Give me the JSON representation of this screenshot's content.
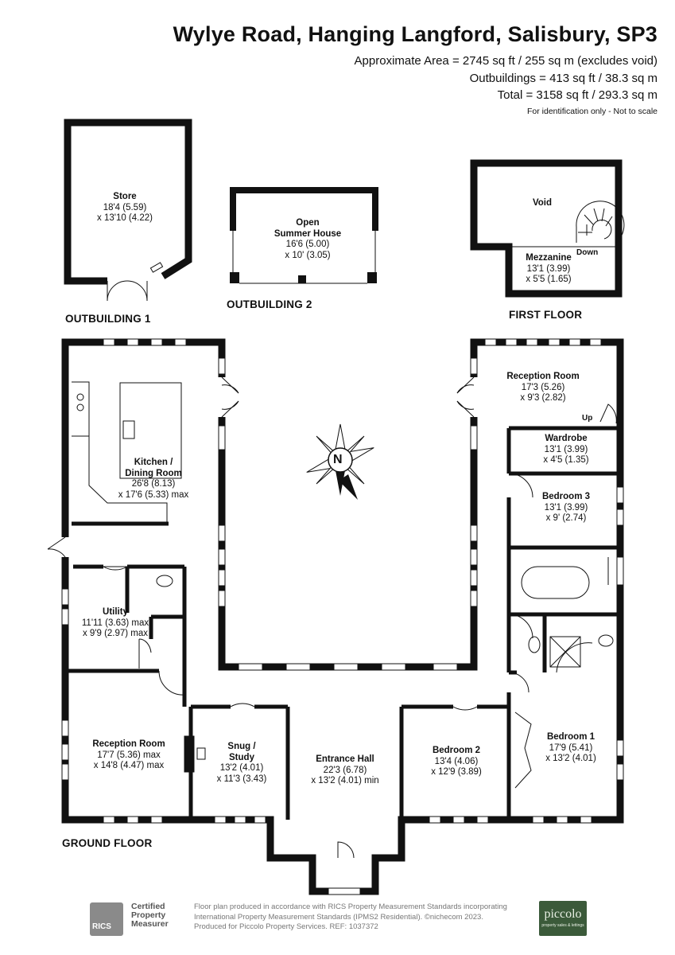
{
  "header": {
    "title": "Wylye Road, Hanging Langford, Salisbury, SP3",
    "area_main": "Approximate Area = 2745 sq ft / 255 sq m (excludes void)",
    "area_outbuildings": "Outbuildings = 413 sq ft / 38.3 sq m",
    "area_total": "Total = 3158 sq ft / 293.3 sq m",
    "disclaimer": "For identification only - Not to scale"
  },
  "sections": {
    "outbuilding1": "OUTBUILDING 1",
    "outbuilding2": "OUTBUILDING 2",
    "first_floor": "FIRST FLOOR",
    "ground_floor": "GROUND FLOOR"
  },
  "rooms": {
    "store": {
      "name": "Store",
      "dim1": "18'4 (5.59)",
      "dim2": "x 13'10 (4.22)"
    },
    "summer_house": {
      "name1": "Open",
      "name2": "Summer House",
      "dim1": "16'6 (5.00)",
      "dim2": "x 10' (3.05)"
    },
    "void": {
      "name": "Void"
    },
    "mezzanine": {
      "name": "Mezzanine",
      "dim1": "13'1 (3.99)",
      "dim2": "x 5'5 (1.65)"
    },
    "kitchen": {
      "name1": "Kitchen /",
      "name2": "Dining Room",
      "dim1": "26'8 (8.13)",
      "dim2": "x 17'6 (5.33) max"
    },
    "reception_ff": {
      "name": "Reception Room",
      "dim1": "17'3 (5.26)",
      "dim2": "x 9'3 (2.82)"
    },
    "wardrobe": {
      "name": "Wardrobe",
      "dim1": "13'1 (3.99)",
      "dim2": "x 4'5 (1.35)"
    },
    "bedroom3": {
      "name": "Bedroom 3",
      "dim1": "13'1 (3.99)",
      "dim2": "x 9' (2.74)"
    },
    "utility": {
      "name": "Utility",
      "dim1": "11'11 (3.63) max",
      "dim2": "x 9'9 (2.97) max"
    },
    "reception_gf": {
      "name": "Reception Room",
      "dim1": "17'7 (5.36) max",
      "dim2": "x 14'8 (4.47) max"
    },
    "snug": {
      "name1": "Snug /",
      "name2": "Study",
      "dim1": "13'2 (4.01)",
      "dim2": "x 11'3 (3.43)"
    },
    "entrance": {
      "name": "Entrance Hall",
      "dim1": "22'3 (6.78)",
      "dim2": "x 13'2 (4.01) min"
    },
    "bedroom2": {
      "name": "Bedroom 2",
      "dim1": "13'4 (4.06)",
      "dim2": "x 12'9 (3.89)"
    },
    "bedroom1": {
      "name": "Bedroom 1",
      "dim1": "17'9 (5.41)",
      "dim2": "x 13'2 (4.01)"
    }
  },
  "markers": {
    "down": "Down",
    "up": "Up",
    "compass": "N"
  },
  "footer": {
    "line1": "Floor plan produced in accordance with RICS Property Measurement Standards incorporating",
    "line2": "International Property Measurement Standards (IPMS2 Residential).  ©nichecom 2023.",
    "line3": "Produced for Piccolo Property Services.   REF:  1037372",
    "rics_logo": "RICS",
    "rics_cert": [
      "Certified",
      "Property",
      "Measurer"
    ],
    "piccolo_name": "piccolo",
    "piccolo_tag": "property sales & lettings"
  },
  "colors": {
    "wall": "#111111",
    "text": "#111111",
    "footer_text": "#777777",
    "piccolo_bg": "#3b5a3a"
  }
}
